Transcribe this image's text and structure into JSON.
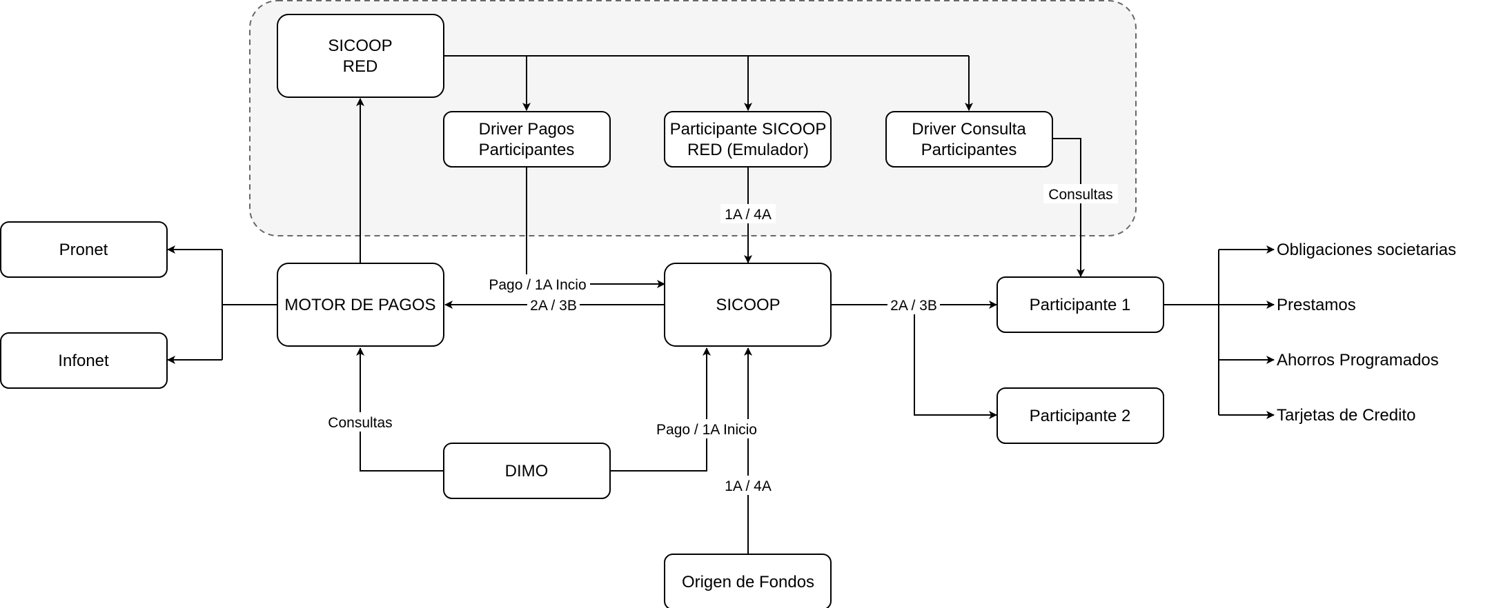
{
  "nodes": {
    "sicoop_red": [
      "SICOOP",
      "RED"
    ],
    "driver_pagos": [
      "Driver Pagos",
      "Participantes"
    ],
    "participante_emulador": [
      "Participante SICOOP",
      "RED (Emulador)"
    ],
    "driver_consulta": [
      "Driver Consulta",
      "Participantes"
    ],
    "pronet": "Pronet",
    "infonet": "Infonet",
    "motor_pagos": "MOTOR DE PAGOS",
    "sicoop": "SICOOP",
    "participante_1": "Participante 1",
    "participante_2": "Participante 2",
    "dimo": "DIMO",
    "origen_fondos": "Origen de Fondos"
  },
  "edge_labels": {
    "emulador_to_sicoop": "1A / 4A",
    "consultas_top": "Consultas",
    "pago_inicio_top": "Pago / 1A Incio",
    "sicoop_to_motor": "2A / 3B",
    "sicoop_to_participantes": "2A / 3B",
    "consultas_bottom": "Consultas",
    "pago_inicio_bottom": "Pago / 1A Inicio",
    "origen_to_sicoop": "1A / 4A"
  },
  "outputs": [
    "Obligaciones societarias",
    "Prestamos",
    "Ahorros Programados",
    "Tarjetas de Credito"
  ],
  "colors": {
    "group_fill": "#f5f5f5",
    "group_stroke": "#666666",
    "line": "#000000"
  }
}
